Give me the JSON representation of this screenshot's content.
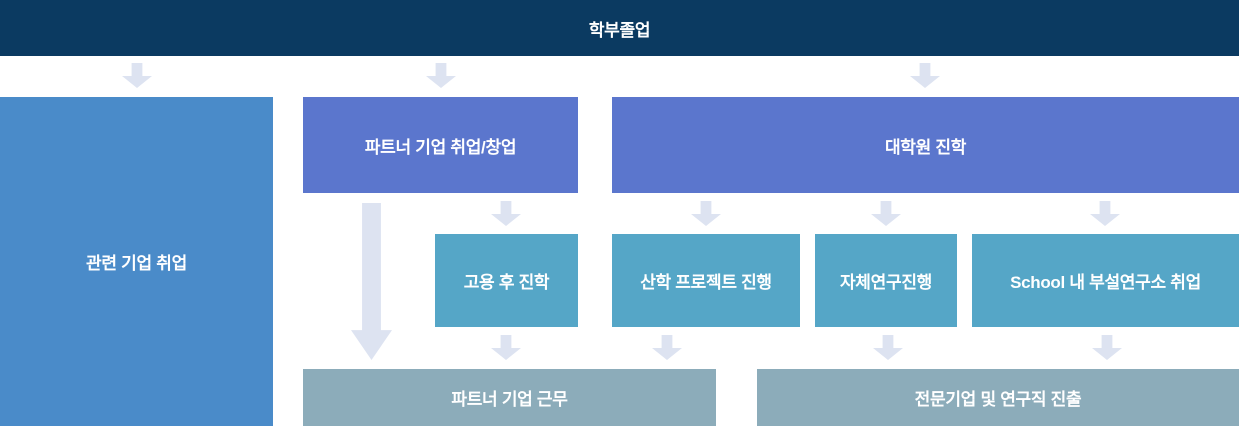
{
  "diagram": {
    "type": "flowchart",
    "nodes": {
      "graduation": {
        "label": "학부졸업",
        "color": "#0b3a61"
      },
      "related_employment": {
        "label": "관련 기업 취업",
        "color": "#4a8bc9"
      },
      "partner_employment": {
        "label": "파트너 기업 취업/창업",
        "color": "#5b76cd"
      },
      "grad_school": {
        "label": "대학원 진학",
        "color": "#5b76cd"
      },
      "study_after_employment": {
        "label": "고용 후 진학",
        "color": "#55a6c7"
      },
      "industry_project": {
        "label": "산학 프로젝트 진행",
        "color": "#55a6c7"
      },
      "independent_research": {
        "label": "자체연구진행",
        "color": "#55a6c7"
      },
      "school_institute": {
        "label": "School 내 부설연구소 취업",
        "color": "#55a6c7"
      },
      "partner_work": {
        "label": "파트너 기업 근무",
        "color": "#8cacba"
      },
      "professional_research": {
        "label": "전문기업 및 연구직 진출",
        "color": "#8cacba"
      }
    },
    "connections": [
      {
        "from": "graduation",
        "to": "related_employment"
      },
      {
        "from": "graduation",
        "to": "partner_employment"
      },
      {
        "from": "graduation",
        "to": "grad_school"
      },
      {
        "from": "partner_employment",
        "to": "partner_work"
      },
      {
        "from": "partner_employment",
        "to": "study_after_employment"
      },
      {
        "from": "grad_school",
        "to": "industry_project"
      },
      {
        "from": "grad_school",
        "to": "independent_research"
      },
      {
        "from": "grad_school",
        "to": "school_institute"
      },
      {
        "from": "study_after_employment",
        "to": "partner_work"
      },
      {
        "from": "industry_project",
        "to": "partner_work"
      },
      {
        "from": "independent_research",
        "to": "professional_research"
      },
      {
        "from": "school_institute",
        "to": "professional_research"
      }
    ],
    "colors": {
      "header_bg": "#0b3a61",
      "primary_blue": "#4a8bc9",
      "periwinkle": "#5b76cd",
      "teal": "#55a6c7",
      "slate": "#8cacba",
      "arrow": "#dde3f1",
      "text": "#ffffff",
      "background": "#ffffff"
    }
  }
}
